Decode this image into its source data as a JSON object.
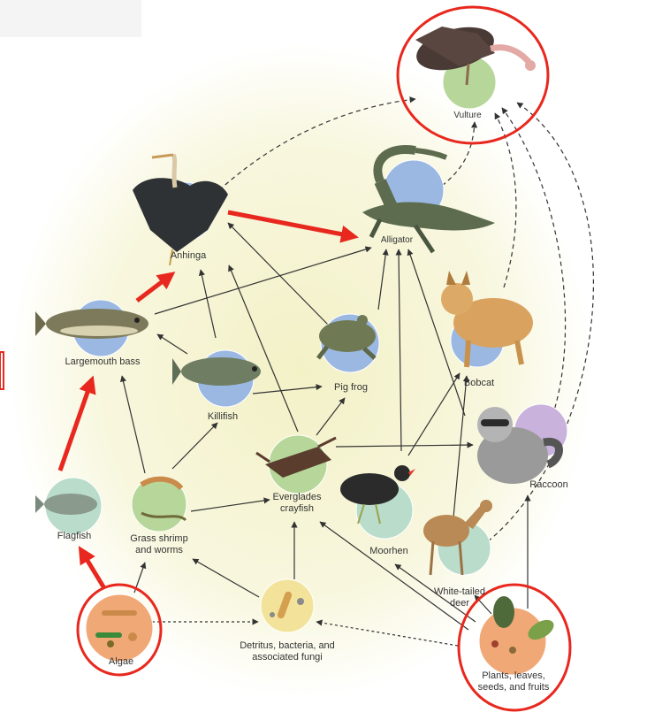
{
  "labels": {
    "vulture": "Vulture",
    "anhinga": "Anhinga",
    "alligator": "Alligator",
    "largemouth_bass": "Largemouth bass",
    "killifish": "Killifish",
    "pig_frog": "Pig frog",
    "bobcat": "Bobcat",
    "raccoon": "Raccoon",
    "flagfish": "Flagfish",
    "grass_shrimp": "Grass shrimp\nand worms",
    "crayfish": "Everglades\ncrayfish",
    "moorhen": "Moorhen",
    "deer": "White-tailed\ndeer",
    "algae": "Algae",
    "detritus": "Detritus, bacteria, and\nassociated fungi",
    "plants": "Plants, leaves,\nseeds, and fruits"
  },
  "colors": {
    "highlight_red": "#e8281e",
    "background_glow": "#f3f1c6",
    "arrow": "#333333",
    "circle_blue": "#9bb8e2",
    "circle_green": "#b7d79a",
    "circle_purple": "#c9b2dc",
    "circle_orange": "#f1a877",
    "circle_yellow": "#f3e39a",
    "circle_teal": "#b9dccb"
  }
}
